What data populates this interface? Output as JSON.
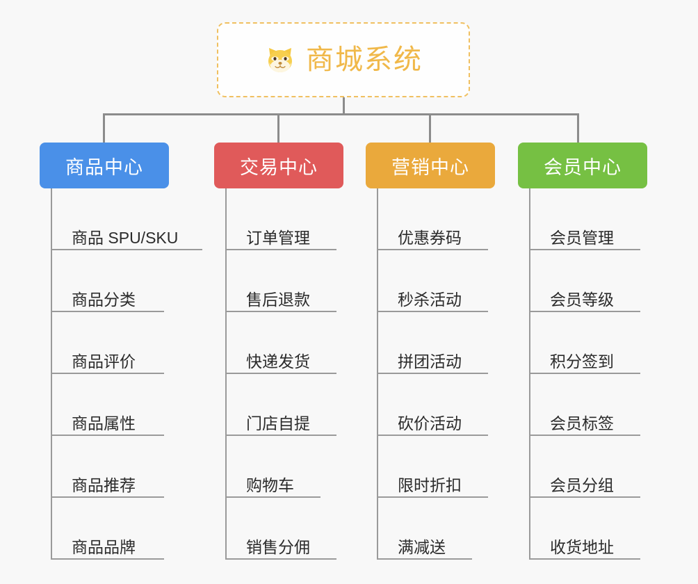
{
  "page": {
    "background_color": "#f8f8f8",
    "line_color": "#8c8c8c",
    "leaf_line_color": "#9a9a9a"
  },
  "root": {
    "title": "商城系统",
    "icon": "shiba-dog-face-emoji",
    "text_color": "#f0b849",
    "border_color": "#f0c060",
    "background_color": "#fefefe"
  },
  "columns": [
    {
      "id": "product-center",
      "label": "商品中心",
      "color": "#4a90e8",
      "items": [
        "商品 SPU/SKU",
        "商品分类",
        "商品评价",
        "商品属性",
        "商品推荐",
        "商品品牌"
      ]
    },
    {
      "id": "trade-center",
      "label": "交易中心",
      "color": "#e05a5a",
      "items": [
        "订单管理",
        "售后退款",
        "快递发货",
        "门店自提",
        "购物车",
        "销售分佣"
      ]
    },
    {
      "id": "marketing-center",
      "label": "营销中心",
      "color": "#eaa93c",
      "items": [
        "优惠券码",
        "秒杀活动",
        "拼团活动",
        "砍价活动",
        "限时折扣",
        "满减送"
      ]
    },
    {
      "id": "member-center",
      "label": "会员中心",
      "color": "#76c043",
      "items": [
        "会员管理",
        "会员等级",
        "积分签到",
        "会员标签",
        "会员分组",
        "收货地址"
      ]
    }
  ]
}
